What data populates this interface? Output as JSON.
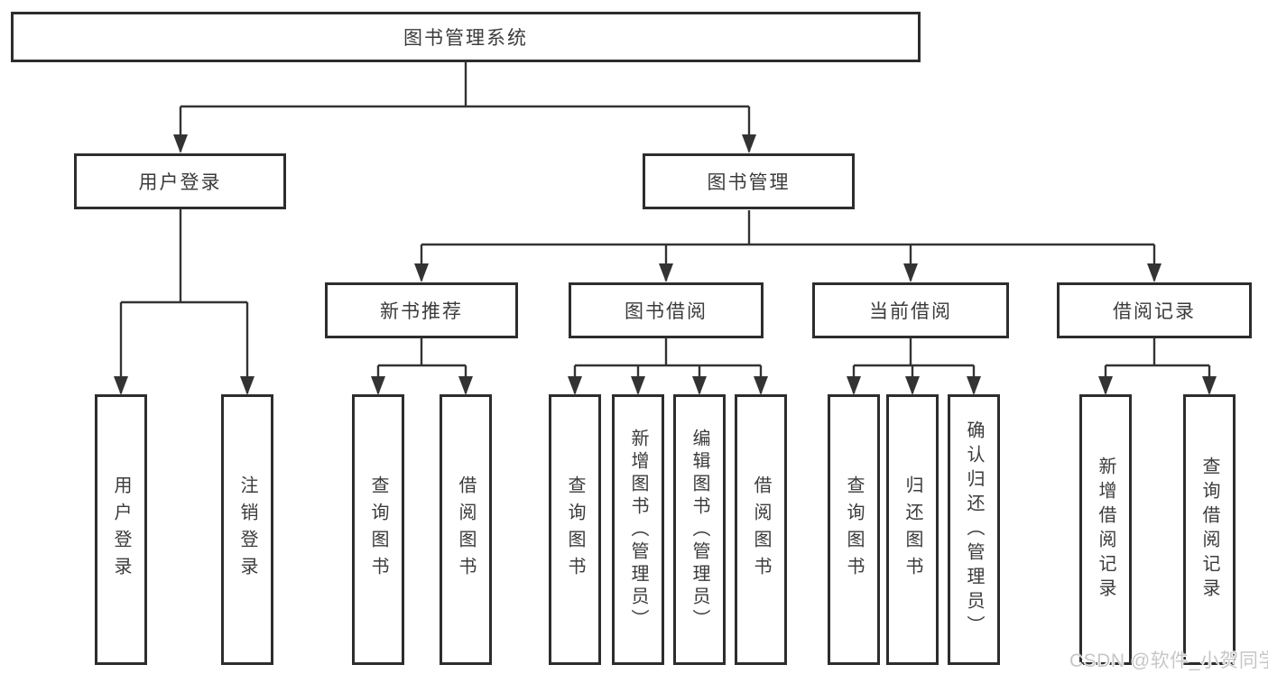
{
  "diagram": {
    "root": "图书管理系统",
    "level2": {
      "user_login": "用户登录",
      "book_mgmt": "图书管理"
    },
    "level3": {
      "new_book": "新书推荐",
      "borrow": "图书借阅",
      "current": "当前借阅",
      "records": "借阅记录"
    },
    "leaves": {
      "user_login": [
        "用户登录",
        "注销登录"
      ],
      "new_book": [
        "查询图书",
        "借阅图书"
      ],
      "borrow": [
        "查询图书",
        "新增图书（管理员）",
        "编辑图书（管理员）",
        "借阅图书"
      ],
      "current": [
        "查询图书",
        "归还图书",
        "确认归还（管理员）"
      ],
      "records": [
        "新增借阅记录",
        "查询借阅记录"
      ]
    }
  },
  "watermark": "CSDN @软件_小贺同学",
  "colors": {
    "line": "#333333",
    "box_border": "#2d2d2d",
    "text": "#3b3b3b",
    "watermark": "#c7c7c7",
    "background": "#ffffff"
  }
}
